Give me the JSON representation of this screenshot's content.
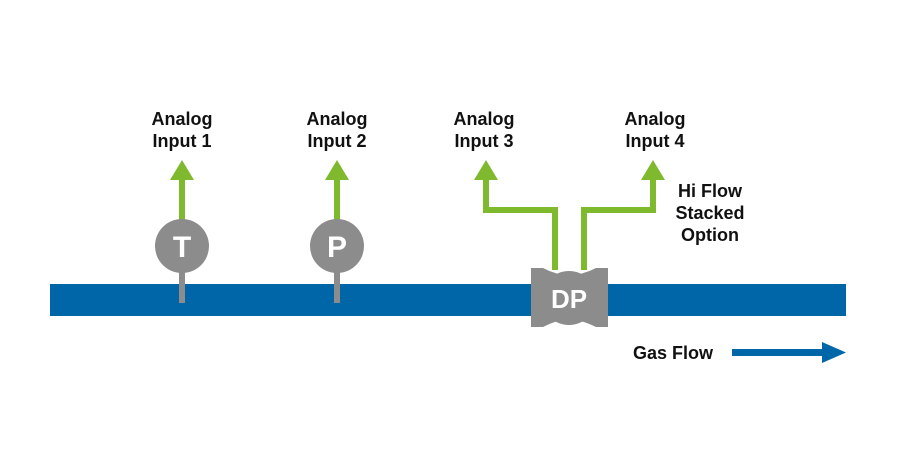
{
  "colors": {
    "pipe": "#0066a8",
    "signal": "#7fba2e",
    "sensor": "#8c8c8c",
    "text": "#111111",
    "background": "#ffffff"
  },
  "labels": {
    "input1": {
      "line1": "Analog",
      "line2": "Input 1"
    },
    "input2": {
      "line1": "Analog",
      "line2": "Input 2"
    },
    "input3": {
      "line1": "Analog",
      "line2": "Input 3"
    },
    "input4": {
      "line1": "Analog",
      "line2": "Input 4"
    },
    "hiflow": {
      "line1": "Hi Flow",
      "line2": "Stacked",
      "line3": "Option"
    },
    "gasflow": "Gas Flow"
  },
  "sensors": {
    "temperature": "T",
    "pressure": "P",
    "differential_pressure": "DP"
  }
}
